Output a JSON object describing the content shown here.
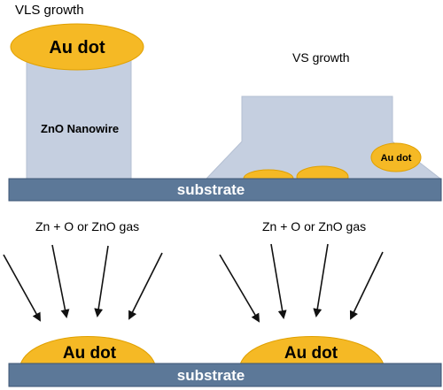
{
  "labels": {
    "vls_growth": "VLS growth",
    "vs_growth": "VS growth",
    "au_dot": "Au dot",
    "zno_nanowire": "ZnO Nanowire",
    "substrate": "substrate",
    "gas_source": "Zn + O or ZnO gas"
  },
  "colors": {
    "gold": "#f5b925",
    "gold_outline": "#e0a000",
    "zno_fill": "#c5cfe0",
    "substrate_fill": "#5c7898",
    "substrate_edge": "#3c5574",
    "arrow": "#111111"
  }
}
